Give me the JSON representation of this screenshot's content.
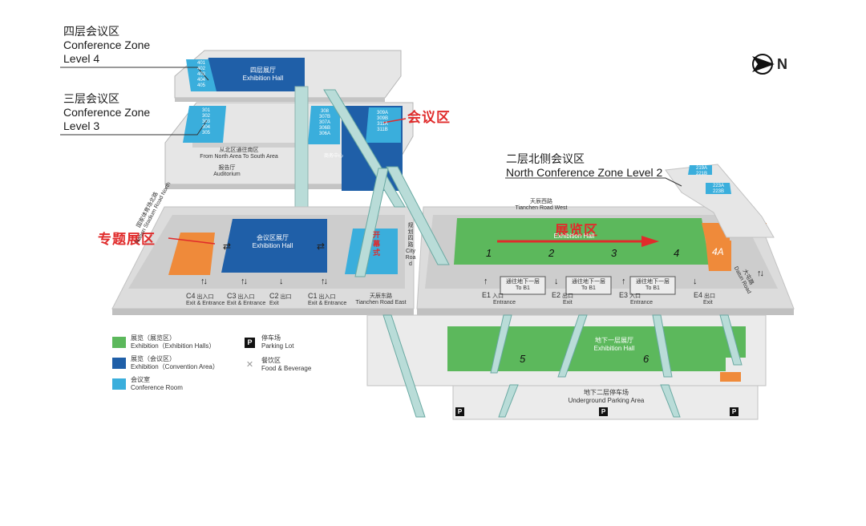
{
  "compass": {
    "label": "N"
  },
  "levels": {
    "level4": {
      "cn": "四层会议区",
      "en1": "Conference Zone",
      "en2": "Level 4"
    },
    "level3": {
      "cn": "三层会议区",
      "en1": "Conference Zone",
      "en2": "Level 3"
    },
    "north2": {
      "cn": "二层北侧会议区",
      "en": "North Conference Zone Level 2"
    }
  },
  "callouts": {
    "conference_area": "会议区",
    "special_zone": "专题展区",
    "exhibition_zone": "展览区",
    "opening": "开幕式"
  },
  "level4_floor": {
    "hall_cn": "四层展厅",
    "hall_en": "Exhibition Hall",
    "rooms": [
      "401",
      "402",
      "403",
      "404",
      "405"
    ]
  },
  "level3_floor": {
    "rooms_left": [
      "301",
      "302",
      "303",
      "304",
      "305"
    ],
    "rooms_mid": [
      "308",
      "307B",
      "307A",
      "306B",
      "306A"
    ],
    "rooms_right": [
      "309A",
      "309B",
      "311A",
      "311B"
    ],
    "from_north_cn": "从北区通往南区",
    "from_north_en": "From North Area To South Area",
    "auditorium_cn": "报告厅",
    "auditorium_en": "Auditorium",
    "business_cn": "商务中心"
  },
  "north2_rooms": [
    "219A",
    "221B",
    "223A",
    "223B"
  ],
  "roads": {
    "west_cn": "天辰西路",
    "west_en": "Tianchen Road West",
    "east_cn": "天辰东路",
    "east_en": "Tianchen  Road East",
    "city_cn": "规划四路",
    "city_en": "City Road",
    "stadium_cn": "国家体育场北路",
    "stadium_en": "Nation Stadium Road North",
    "datun_cn": "大屯路",
    "datun_en": "Datun Road"
  },
  "ground": {
    "conv_hall_cn": "会议区展厅",
    "conv_hall_en": "Exhibition Hall",
    "exh_hall_en": "Exhibition Hall",
    "halls": [
      "1",
      "2",
      "3",
      "4"
    ],
    "hall_4a": "4A",
    "to_b1_cn": "通往地下一层",
    "to_b1_en": "To B1",
    "entrances": [
      {
        "code": "C4",
        "cn": "出入口",
        "en": "Exit & Entrance"
      },
      {
        "code": "C3",
        "cn": "出入口",
        "en": "Exit & Entrance"
      },
      {
        "code": "C2",
        "cn": "出口",
        "en": "Exit"
      },
      {
        "code": "C1",
        "cn": "出入口",
        "en": "Exit & Entrance"
      },
      {
        "code": "E1",
        "cn": "入口",
        "en": "Entrance"
      },
      {
        "code": "E2",
        "cn": "出口",
        "en": "Exit"
      },
      {
        "code": "E3",
        "cn": "入口",
        "en": "Entrance"
      },
      {
        "code": "E4",
        "cn": "出口",
        "en": "Exit"
      }
    ]
  },
  "basement": {
    "hall_cn": "地下一层展厅",
    "hall_en": "Exhibition Hall",
    "halls": [
      "5",
      "6"
    ],
    "parking_cn": "地下二层停车场",
    "parking_en": "Underground Parking Area",
    "p": "P"
  },
  "legend": [
    {
      "cn": "展览（展览区）",
      "en": "Exhibition（Exhibition Halls）",
      "color": "#5cb85c"
    },
    {
      "cn": "展览（会议区）",
      "en": "Exhibition（Convention Area）",
      "color": "#1f5fa8"
    },
    {
      "cn": "会议室",
      "en": "Conference Room",
      "color": "#3aaedc"
    },
    {
      "cn": "停车场",
      "en": "Parking Lot",
      "icon": "P"
    },
    {
      "cn": "餐饮区",
      "en": "Food & Beverage",
      "icon": "fork-knife"
    }
  ],
  "colors": {
    "exhibition_green": "#5cb85c",
    "convention_blue": "#1f5fa8",
    "room_cyan": "#3aaedc",
    "special_orange": "#ef8a3a",
    "callout_red": "#e02b2b",
    "floor_grey": "#d9d9d9"
  }
}
